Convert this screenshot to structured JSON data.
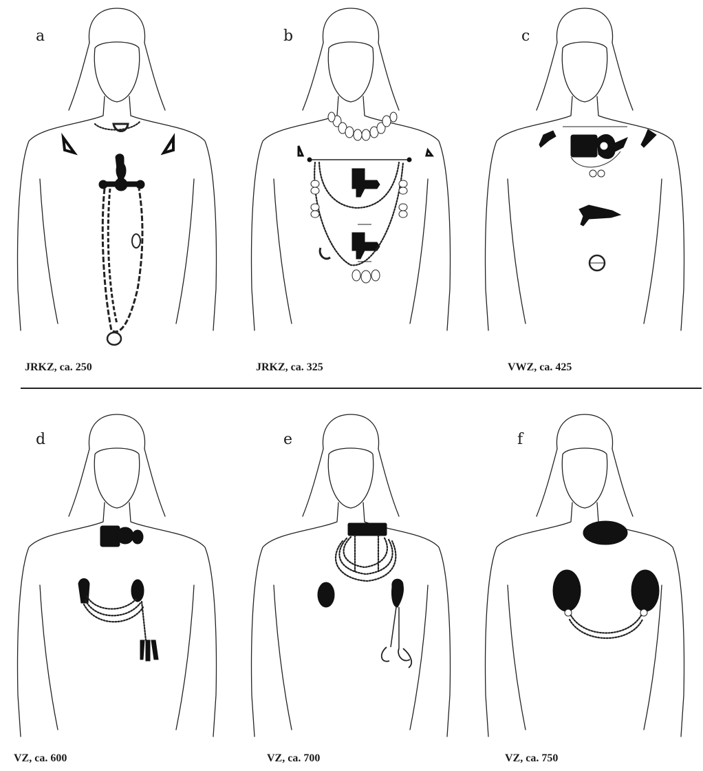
{
  "panels": [
    {
      "letter": "a",
      "caption": "JRKZ, ca. 250"
    },
    {
      "letter": "b",
      "caption": "JRKZ, ca. 325"
    },
    {
      "letter": "c",
      "caption": "VWZ, ca. 425"
    },
    {
      "letter": "d",
      "caption": "VZ, ca. 600"
    },
    {
      "letter": "e",
      "caption": "VZ, ca. 700"
    },
    {
      "letter": "f",
      "caption": "VZ, ca. 750"
    }
  ]
}
